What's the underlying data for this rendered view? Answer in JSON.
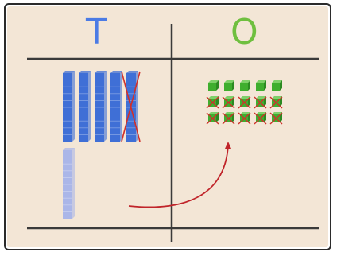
{
  "headers": {
    "tens": "T",
    "ones": "O"
  },
  "tens_column": {
    "rods": 5,
    "crossed_rods": 1,
    "unit_cubes_per_rod": 10,
    "regrouped_rods": 1
  },
  "ones_column": {
    "cubes": 15,
    "crossed_cubes": 10,
    "remaining_cubes": 5
  },
  "colors": {
    "background": "#f3e6d6",
    "grid_line": "#3a3a3a",
    "tens_header": "#4b7be5",
    "ones_header": "#6fbf3f",
    "rod": "#3f6fd6",
    "rod_faded": "#aab6e8",
    "cube": "#3fae2f",
    "cross": "#d0302a",
    "arrow": "#c0242a"
  }
}
